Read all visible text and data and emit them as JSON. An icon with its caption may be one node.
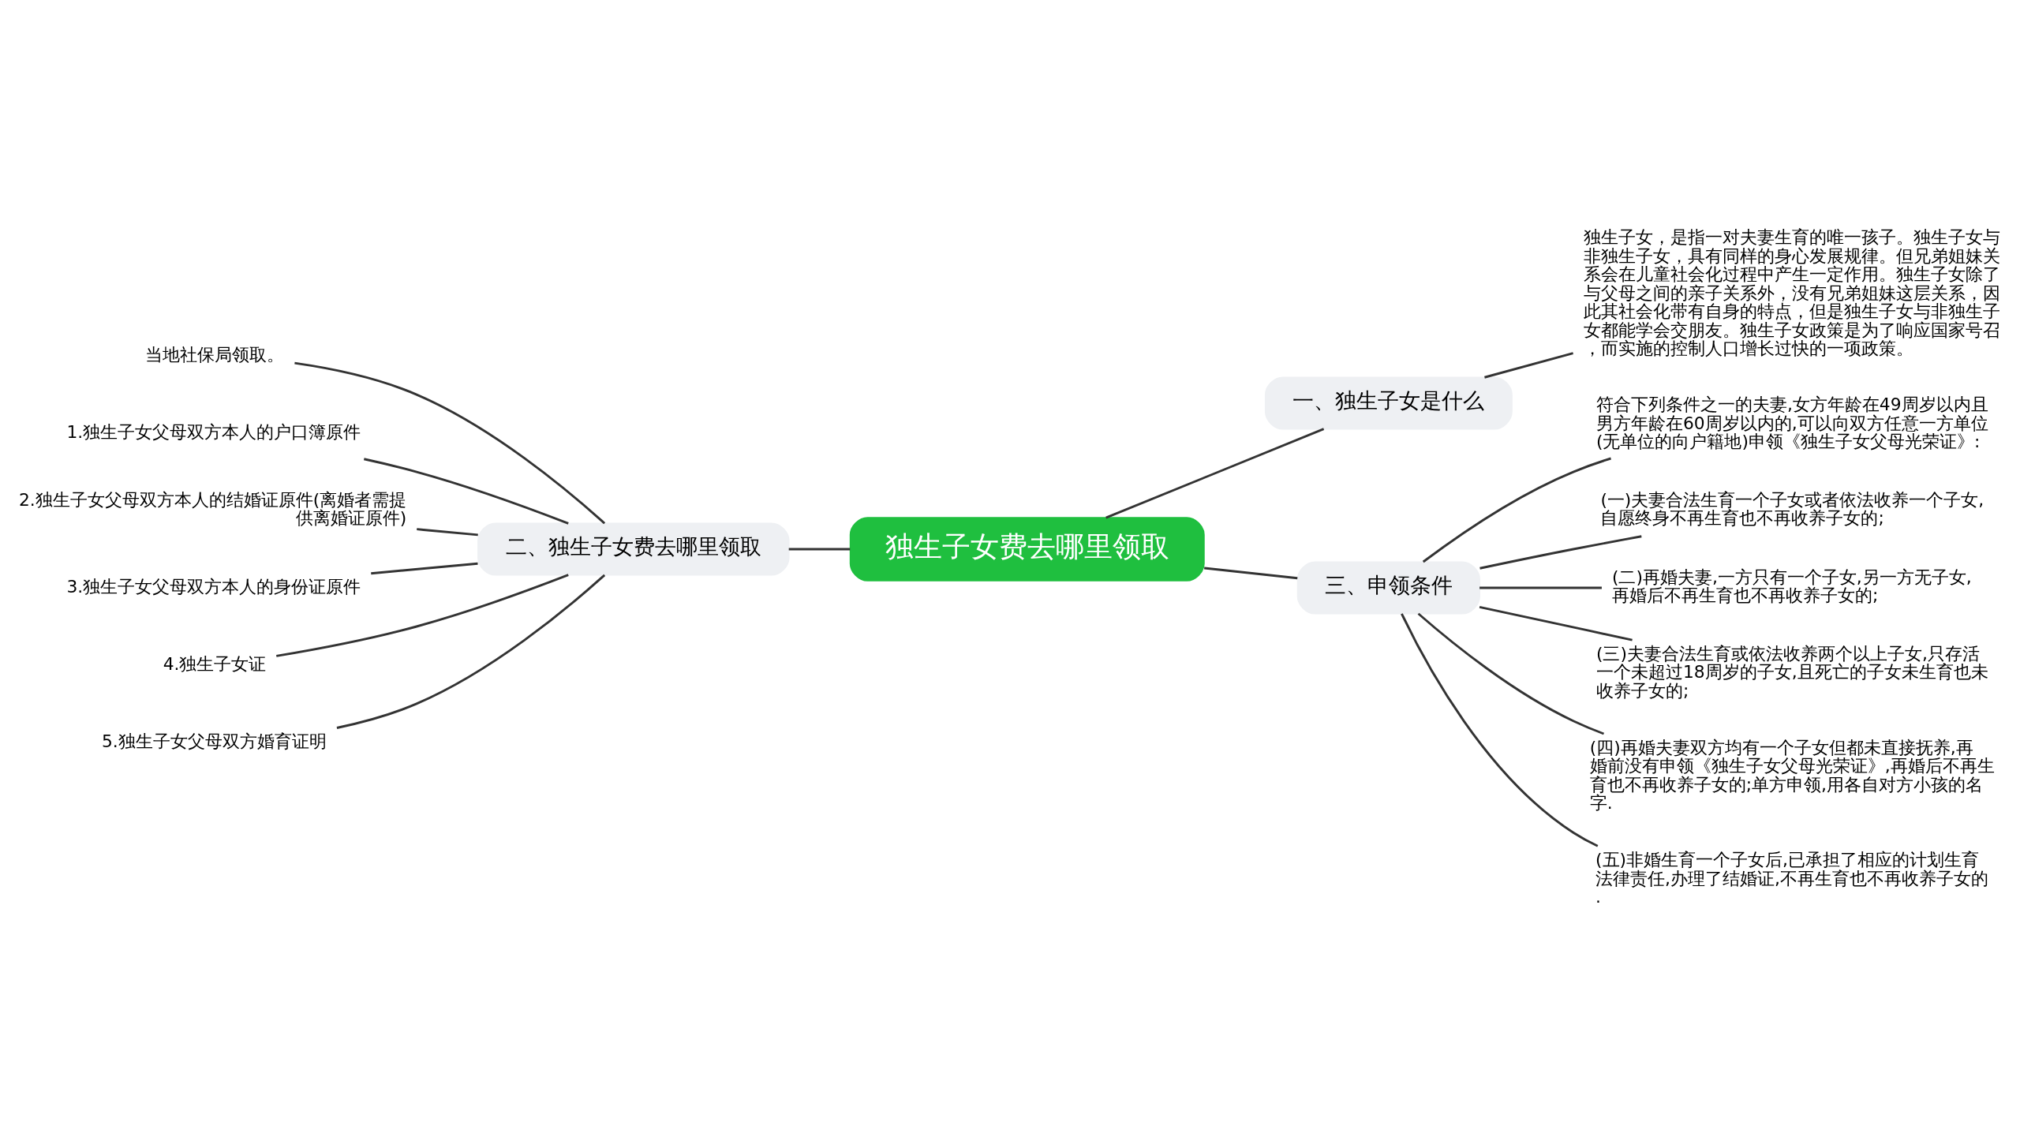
{
  "diagram": {
    "nodes": [
      {
        "text": [
          "独生子女费去哪里领取"
        ]
      },
      {
        "text": [
          "一、独生子女是什么"
        ]
      },
      {
        "text": [
          "独生子女，是指一对夫妻生育的唯一孩子。独生子女与非独生子女，具有同样的身心发展规律。但兄弟姐妹关系会在儿童社会化过程中产生一定作用。独生子女除了与父母之间的亲子关系外，没有兄弟姐妹这层关系，因此其社会化带有自身的特点，但是独生子女与非独生子女都能学会交朋友。独生子女政策是为了响应国家号召，而实施的控制人口增长过快的一项政策。"
        ]
      },
      {
        "text": [
          "二、独生子女费去哪里领取"
        ]
      },
      {
        "text": [
          "当地社保局领取。"
        ]
      },
      {
        "text": [
          "1.独生子女父母双方本人的户口簿原件"
        ]
      },
      {
        "text": [
          "2.独生子女父母双方本人的结婚证原件(离婚者需提供离婚证原件)"
        ]
      },
      {
        "text": [
          "3.独生子女父母双方本人的身份证原件"
        ]
      },
      {
        "text": [
          "4.独生子女证"
        ]
      },
      {
        "text": [
          "5.独生子女父母双方婚育证明"
        ]
      },
      {
        "text": [
          "三、申领条件"
        ]
      },
      {
        "text": [
          "符合下列条件之一的夫妻,女方年龄在49周岁以内且男方年龄在60周岁以内的,可以向双方任意一方单位(无单位的向户籍地)申领《独生子女父母光荣证》:"
        ]
      },
      {
        "text": [
          "(一)夫妻合法生育一个子女或者依法收养一个子女,自愿终身不再生育也不再收养子女的;"
        ]
      },
      {
        "text": [
          "(二)再婚夫妻,一方只有一个子女,另一方无子女,再婚后不再生育也不再收养子女的;"
        ]
      },
      {
        "text": [
          "(三)夫妻合法生育或依法收养两个以上子女,只存活一个未超过18周岁的子女,且死亡的子女未生育也未收养子女的;"
        ]
      },
      {
        "text": [
          "(四)再婚夫妻双方均有一个子女但都未直接抚养,再婚前没有申领《独生子女父母光荣证》,再婚后不再生育也不再收养子女的;单方申领,用各自对方小孩的名字."
        ]
      },
      {
        "text": [
          "(五)非婚生育一个子女后,已承担了相应的计划生育法律责任,办理了结婚证,不再生育也不再收养子女的."
        ]
      }
    ],
    "edges": [
      {
        "from": 0,
        "to": 1,
        "arrow": "none"
      },
      {
        "from": 1,
        "to": 2,
        "arrow": "none"
      },
      {
        "from": 0,
        "to": 3,
        "arrow": "none"
      },
      {
        "from": 3,
        "to": 4,
        "arrow": "none"
      },
      {
        "from": 3,
        "to": 5,
        "arrow": "none"
      },
      {
        "from": 3,
        "to": 6,
        "arrow": "none"
      },
      {
        "from": 3,
        "to": 7,
        "arrow": "none"
      },
      {
        "from": 3,
        "to": 8,
        "arrow": "none"
      },
      {
        "from": 3,
        "to": 9,
        "arrow": "none"
      },
      {
        "from": 0,
        "to": 10,
        "arrow": "none"
      },
      {
        "from": 10,
        "to": 11,
        "arrow": "none"
      },
      {
        "from": 10,
        "to": 12,
        "arrow": "none"
      },
      {
        "from": 10,
        "to": 13,
        "arrow": "none"
      },
      {
        "from": 10,
        "to": 14,
        "arrow": "none"
      },
      {
        "from": 10,
        "to": 15,
        "arrow": "none"
      },
      {
        "from": 10,
        "to": 16,
        "arrow": "none"
      }
    ]
  }
}
